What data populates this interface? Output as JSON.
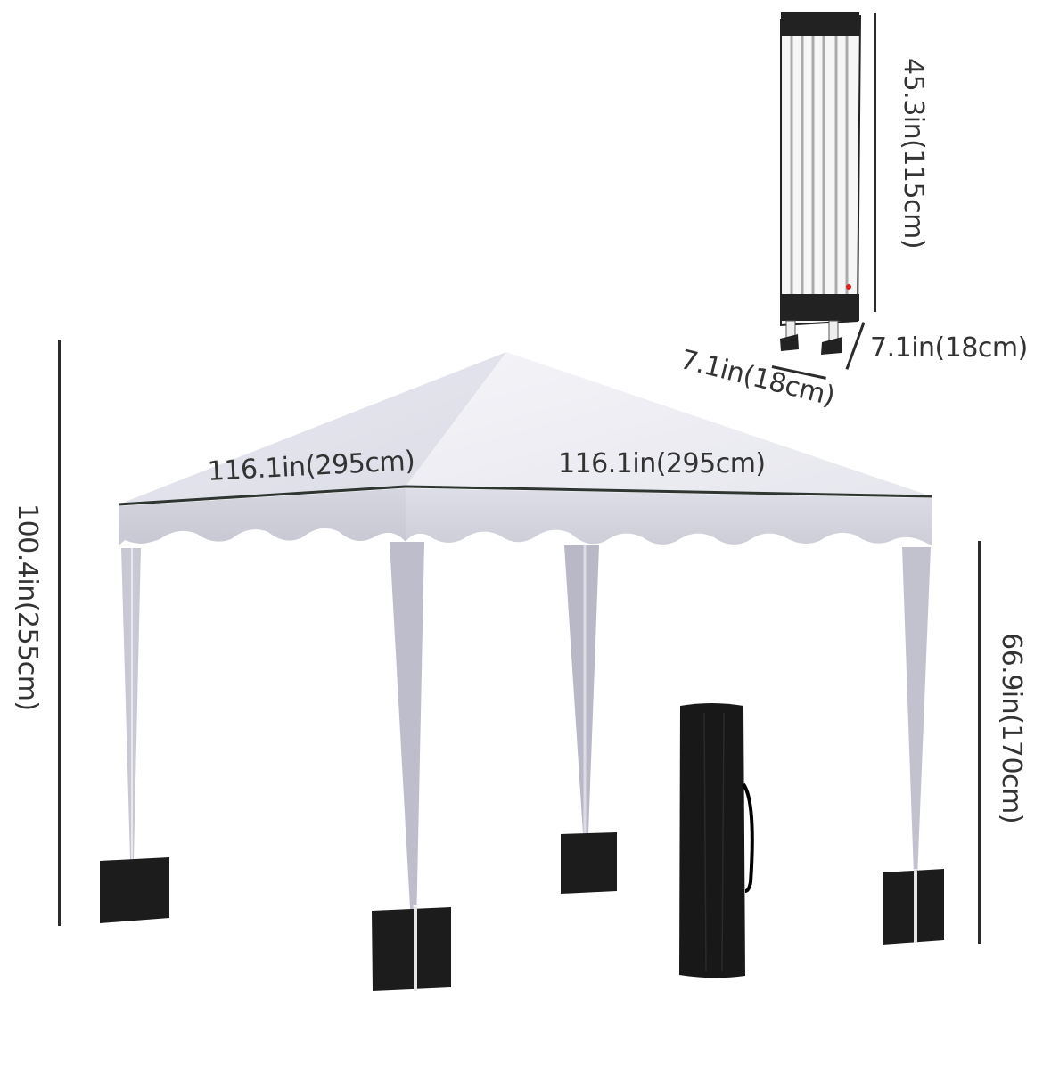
{
  "diagram": {
    "subject": "Pop-up canopy gazebo with sandbags and carry bag",
    "colors": {
      "canopy_light": "#f2f2f7",
      "canopy_shade": "#d4d4de",
      "valance": "#cfcfd9",
      "leg": "#c2c2cf",
      "sandbag": "#1a1a1a",
      "line": "#2b2b2b",
      "text": "#333333"
    },
    "dimensions": {
      "total_height": "100.4in(255cm)",
      "leg_height": "66.9in(170cm)",
      "width_left": "116.1in(295cm)",
      "width_right": "116.1in(295cm)",
      "folded_height": "45.3in(115cm)",
      "folded_depth": "7.1in(18cm)",
      "folded_width": "7.1in(18cm)"
    },
    "components": [
      "canopy-top",
      "valance",
      "legs",
      "sandbags",
      "carry-bag",
      "folded-frame"
    ]
  }
}
